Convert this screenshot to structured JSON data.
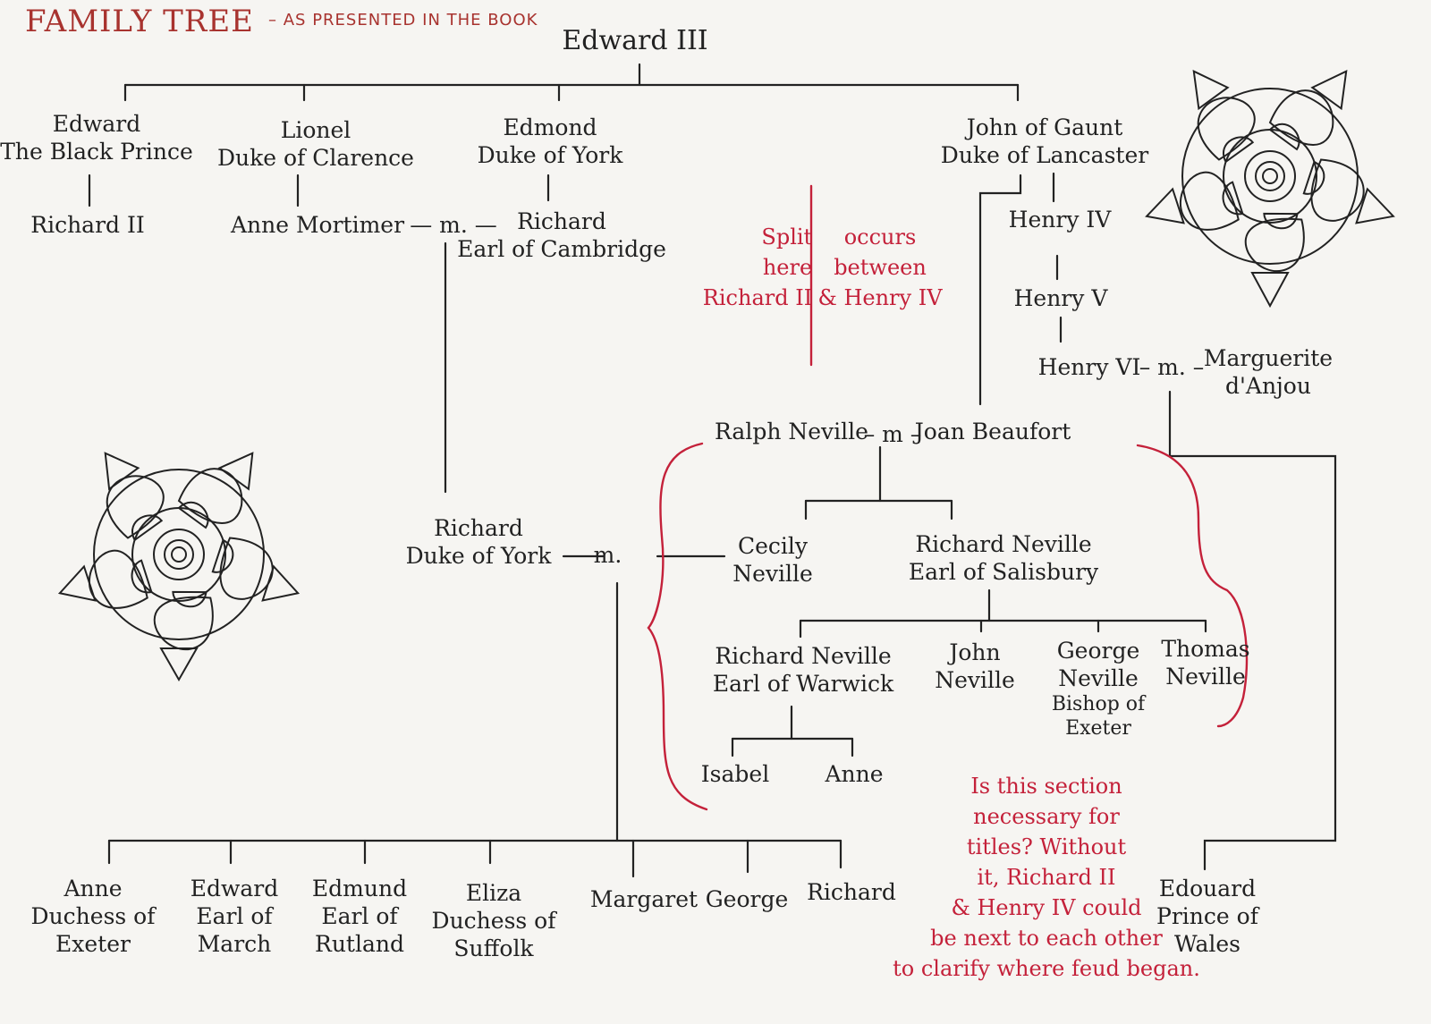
{
  "header": {
    "title": "FAMILY TREE",
    "subtitle": "AS PRESENTED IN THE BOOK"
  },
  "people": {
    "edward3": "Edward III",
    "edward_black_prince": [
      "Edward",
      "The Black Prince"
    ],
    "lionel": [
      "Lionel",
      "Duke of Clarence"
    ],
    "edmund": [
      "Edmond",
      "Duke of York"
    ],
    "john_gaunt": [
      "John of Gaunt",
      "Duke of Lancaster"
    ],
    "richard2": "Richard II",
    "anne_mortimer": "Anne Mortimer",
    "richard_cambridge": [
      "Richard",
      "Earl of Cambridge"
    ],
    "henry4": "Henry IV",
    "henry5": "Henry V",
    "henry6": "Henry VI",
    "marguerite": [
      "Marguerite",
      "d'Anjou"
    ],
    "ralph_neville": "Ralph Neville",
    "joan_beaufort": "Joan Beaufort",
    "richard_york": [
      "Richard",
      "Duke of York"
    ],
    "cecily": [
      "Cecily",
      "Neville"
    ],
    "richard_salisbury": [
      "Richard Neville",
      "Earl of Salisbury"
    ],
    "richard_warwick": [
      "Richard Neville",
      "Earl of Warwick"
    ],
    "john_neville": [
      "John",
      "Neville"
    ],
    "george_neville": [
      "George",
      "Neville",
      "Bishop of",
      "Exeter"
    ],
    "thomas_neville": [
      "Thomas",
      "Neville"
    ],
    "isabel": "Isabel",
    "anne_neville": "Anne",
    "anne_exeter": [
      "Anne",
      "Duchess of",
      "Exeter"
    ],
    "edward_march": [
      "Edward",
      "Earl of",
      "March"
    ],
    "edmund_rutland": [
      "Edmund",
      "Earl of",
      "Rutland"
    ],
    "eliza_suffolk": [
      "Eliza",
      "Duchess of",
      "Suffolk"
    ],
    "margaret": "Margaret",
    "george": "George",
    "richard_child": "Richard",
    "edouard_wales": [
      "Edouard",
      "Prince of",
      "Wales"
    ]
  },
  "marriage_marks": {
    "mortimer_cambridge": "— m. —",
    "henry6_marguerite": "– m. –",
    "ralph_joan": "– m –",
    "york_cecily": "— m."
  },
  "notes": {
    "split_left": [
      "Split",
      "here",
      "Richard II"
    ],
    "split_right": [
      "occurs",
      "between",
      "& Henry IV"
    ],
    "section_question": [
      "Is this section",
      "necessary for",
      "titles? Without",
      "it, Richard II",
      "& Henry IV could",
      "be next to each other",
      "to clarify where feud began."
    ]
  },
  "colors": {
    "ink": "#222222",
    "annotation_red": "#c4213a",
    "header_red": "#a8332f",
    "paper": "#f6f5f2"
  },
  "icons": {
    "rose_left": "tudor-rose-icon",
    "rose_right": "tudor-rose-icon"
  }
}
